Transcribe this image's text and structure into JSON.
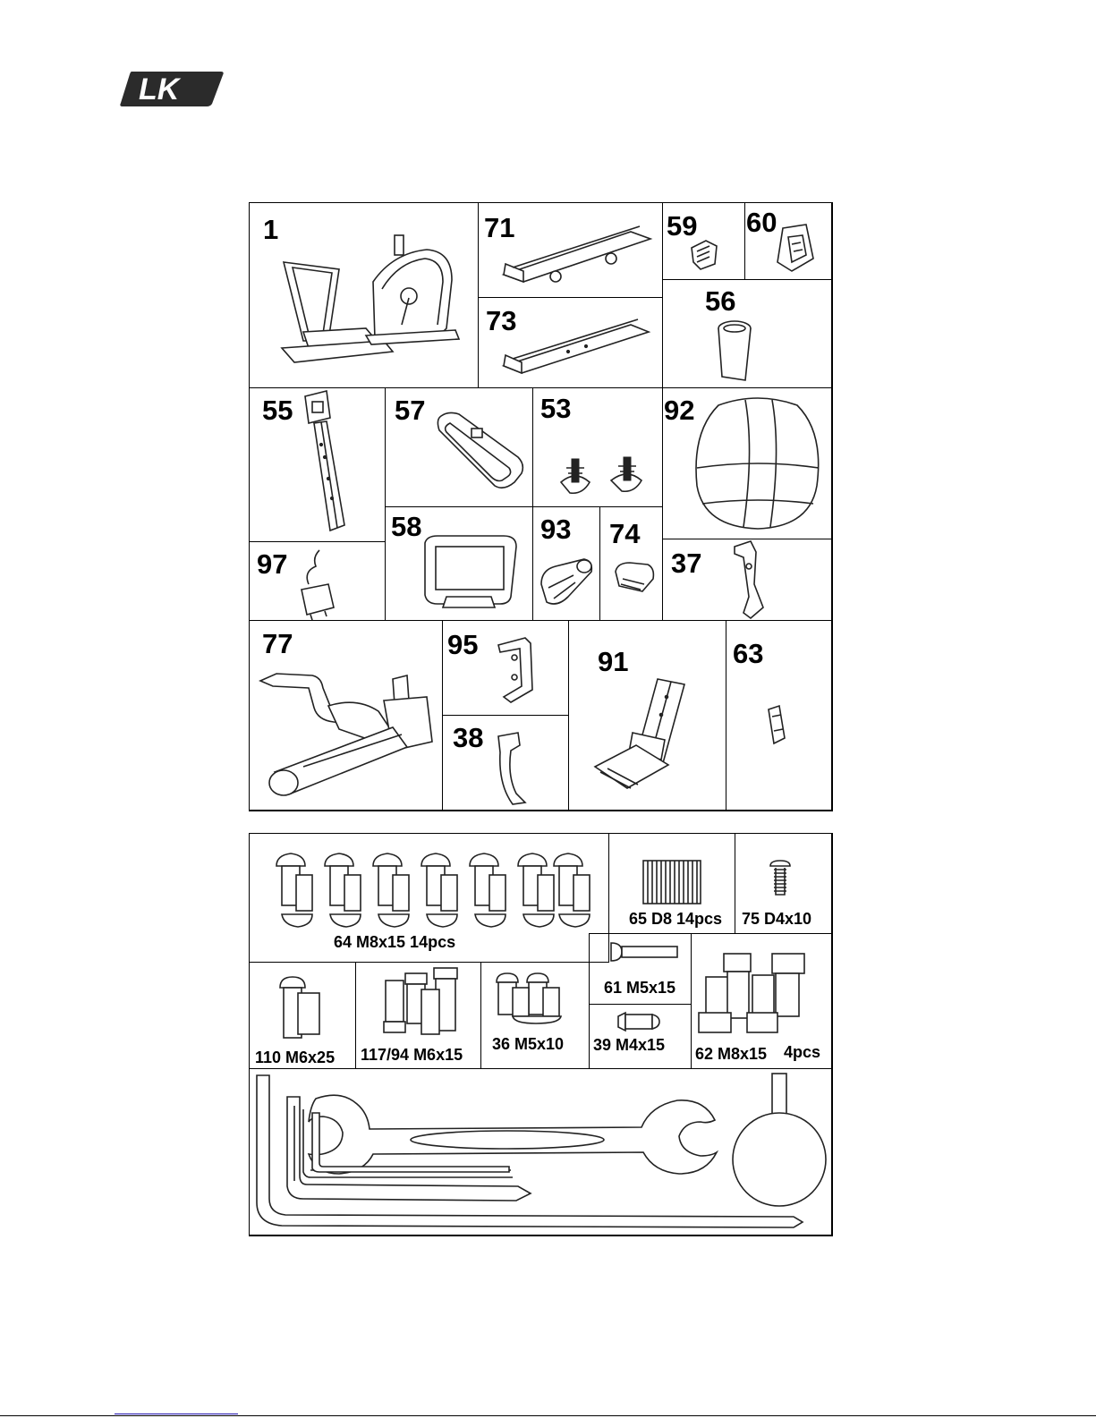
{
  "logo": {
    "text": "LK",
    "fill": "#2b2b2b"
  },
  "parts": [
    {
      "num": "1"
    },
    {
      "num": "71"
    },
    {
      "num": "59"
    },
    {
      "num": "60"
    },
    {
      "num": "73"
    },
    {
      "num": "56"
    },
    {
      "num": "55"
    },
    {
      "num": "57"
    },
    {
      "num": "53"
    },
    {
      "num": "92"
    },
    {
      "num": "97"
    },
    {
      "num": "58"
    },
    {
      "num": "93"
    },
    {
      "num": "74"
    },
    {
      "num": "37"
    },
    {
      "num": "77"
    },
    {
      "num": "95"
    },
    {
      "num": "91"
    },
    {
      "num": "63"
    },
    {
      "num": "38"
    }
  ],
  "hardware": [
    {
      "label": "64 M8x15 14pcs"
    },
    {
      "label": "65 D8 14pcs"
    },
    {
      "label": "75 D4x10"
    },
    {
      "label": "110 M6x25"
    },
    {
      "label": "117/94 M6x15"
    },
    {
      "label": "36 M5x10"
    },
    {
      "label": "61 M5x15"
    },
    {
      "label": "39 M4x15"
    },
    {
      "label": "62 M8x15"
    },
    {
      "label": "4pcs"
    }
  ],
  "tools": [
    "open-end-wrench",
    "allen-keys",
    "screwdriver",
    "round-tool"
  ]
}
